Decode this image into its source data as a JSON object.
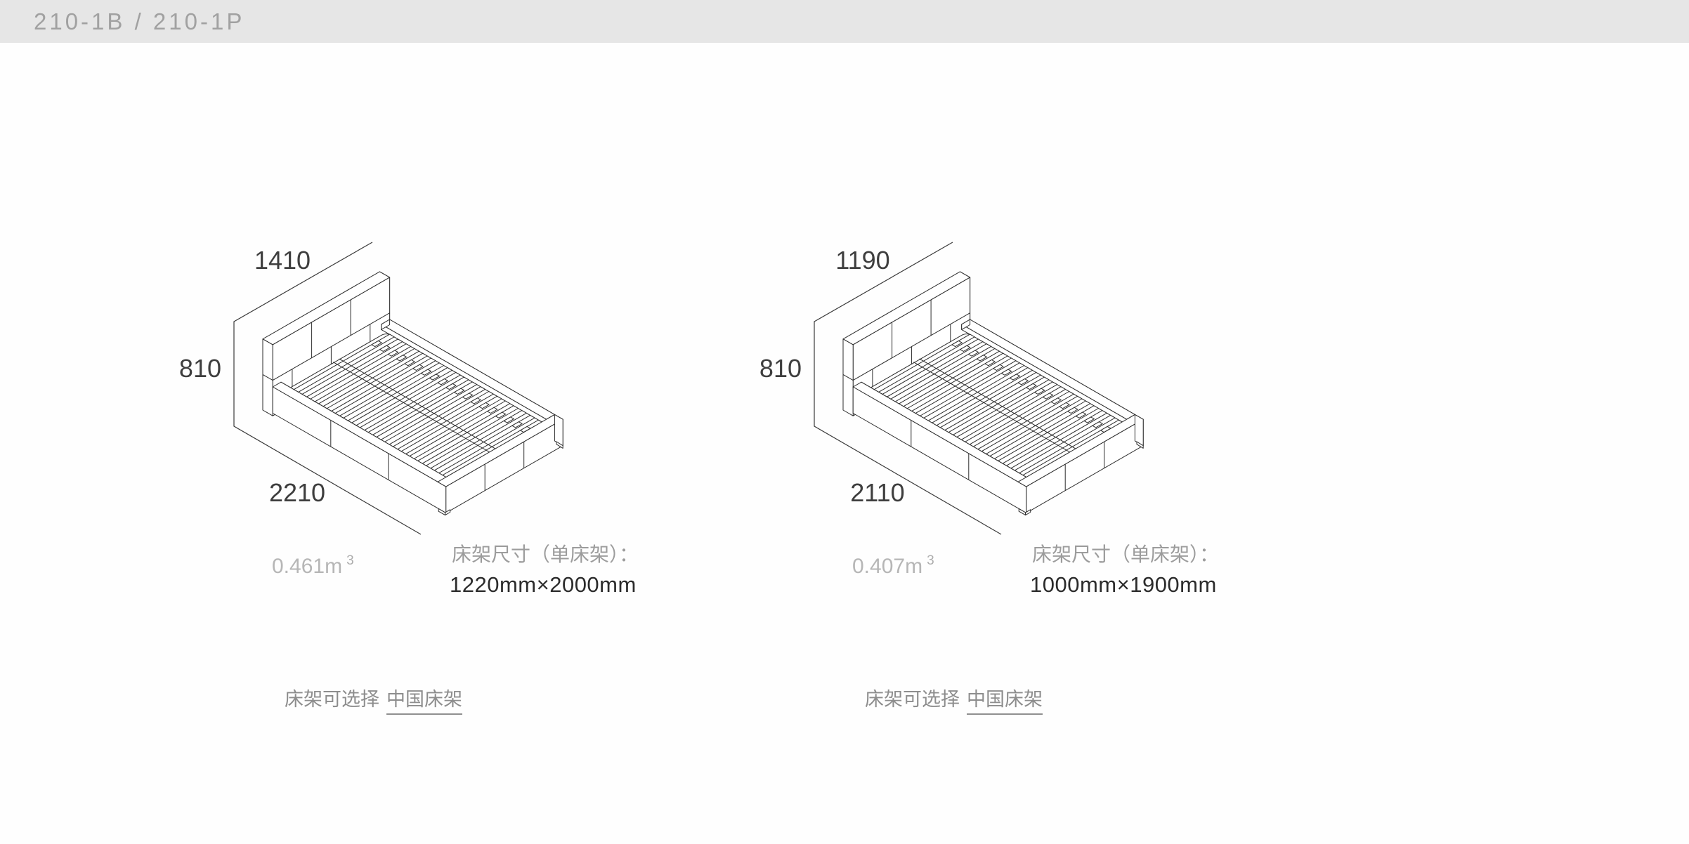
{
  "header": {
    "title": "210-1B / 210-1P"
  },
  "products": [
    {
      "dim_width": "1410",
      "dim_height": "810",
      "dim_length": "2210",
      "volume_value": "0.461m",
      "volume_sup": "3",
      "frame_size_label": "床架尺寸（单床架）：",
      "frame_size_value": "1220mm×2000mm",
      "frame_option_label": "床架可选择",
      "frame_option_link": "中国床架"
    },
    {
      "dim_width": "1190",
      "dim_height": "810",
      "dim_length": "2110",
      "volume_value": "0.407m",
      "volume_sup": "3",
      "frame_size_label": "床架尺寸（单床架）：",
      "frame_size_value": "1000mm×1900mm",
      "frame_option_label": "床架可选择",
      "frame_option_link": "中国床架"
    }
  ]
}
